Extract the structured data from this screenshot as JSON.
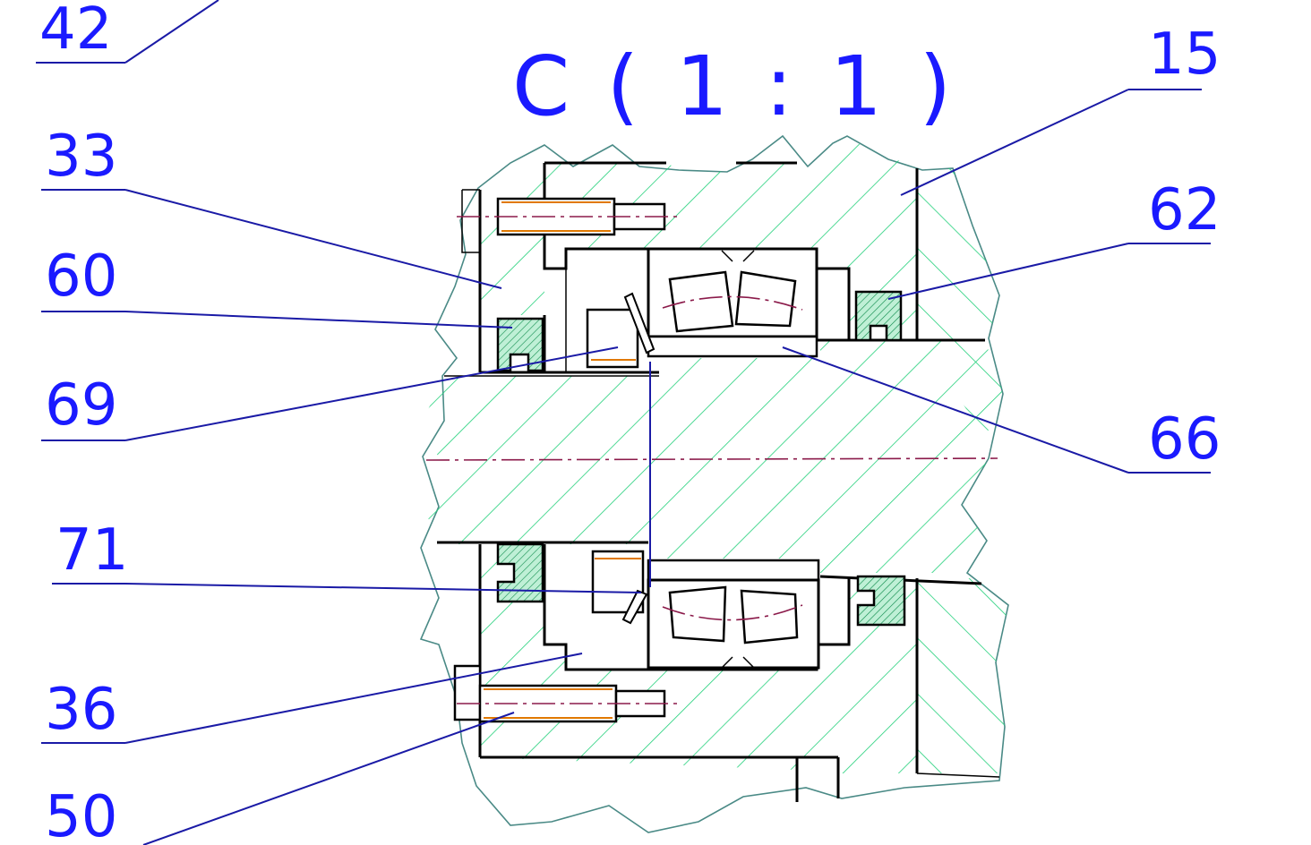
{
  "title": "C ( 1 : 1 )",
  "callouts": {
    "c42": "42",
    "c33": "33",
    "c60": "60",
    "c69": "69",
    "c71": "71",
    "c36": "36",
    "c50": "50",
    "c15": "15",
    "c62": "62",
    "c66": "66"
  },
  "colors": {
    "label": "#1a1aff",
    "leader": "#1a1aa6",
    "hatch": "#00cc66",
    "centerline": "#8b1a4a",
    "break_line": "#4a8a86",
    "thread": "#e07800"
  }
}
